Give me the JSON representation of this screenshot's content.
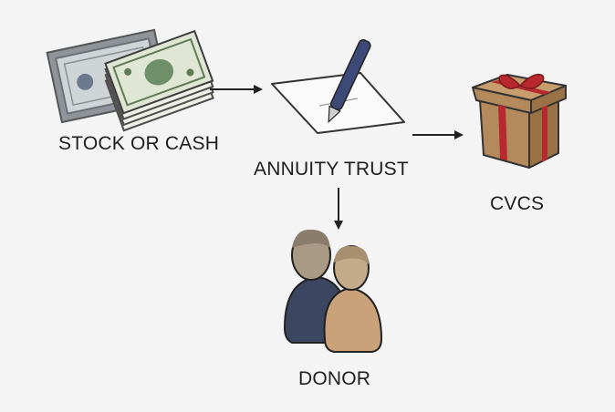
{
  "diagram": {
    "nodes": [
      {
        "id": "stock",
        "label": "STOCK OR CASH",
        "icon": "stock-cash-icon"
      },
      {
        "id": "trust",
        "label": "ANNUITY TRUST",
        "icon": "contract-pen-icon"
      },
      {
        "id": "cvcs",
        "label": "CVCS",
        "icon": "gift-box-icon"
      },
      {
        "id": "donor",
        "label": "DONOR",
        "icon": "people-icon"
      }
    ],
    "edges": [
      {
        "from": "stock",
        "to": "trust"
      },
      {
        "from": "trust",
        "to": "cvcs"
      },
      {
        "from": "trust",
        "to": "donor"
      }
    ]
  },
  "colors": {
    "background": "#f4f4f4",
    "arrow": "#222222",
    "gift_box": "#b48a5c",
    "ribbon": "#b8292f",
    "person_dark": "#3b4660",
    "person_tan": "#c9a27a"
  }
}
